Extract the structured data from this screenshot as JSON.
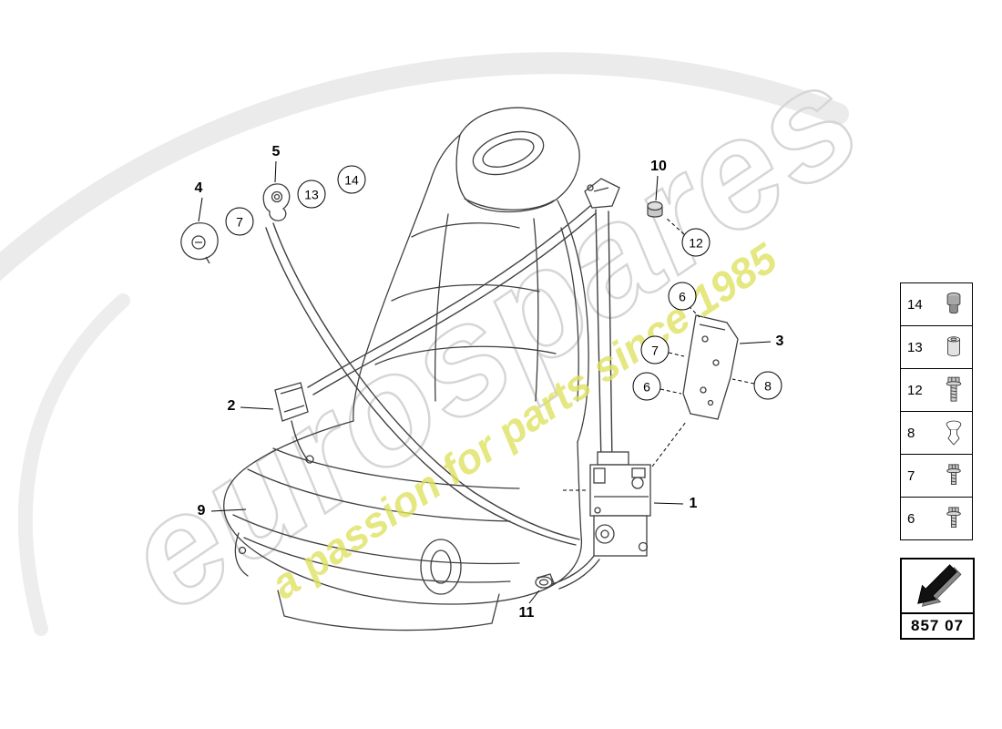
{
  "watermark": {
    "brand": "eurospares",
    "tagline": "a passion for parts since 1985"
  },
  "colors": {
    "tagline_yellow": "#dfe261",
    "watermark_gray": "#d6d6d6",
    "line_color": "#3f3f3f"
  },
  "diagram": {
    "part_code": "857 07",
    "callouts": [
      {
        "label": "4",
        "style": "plain"
      },
      {
        "label": "7",
        "style": "circle"
      },
      {
        "label": "5",
        "style": "plain"
      },
      {
        "label": "13",
        "style": "circle"
      },
      {
        "label": "14",
        "style": "circle"
      },
      {
        "label": "10",
        "style": "plain"
      },
      {
        "label": "12",
        "style": "circle"
      },
      {
        "label": "6",
        "style": "circle"
      },
      {
        "label": "3",
        "style": "plain"
      },
      {
        "label": "7",
        "style": "circle"
      },
      {
        "label": "6",
        "style": "circle"
      },
      {
        "label": "8",
        "style": "circle"
      },
      {
        "label": "2",
        "style": "plain"
      },
      {
        "label": "9",
        "style": "plain"
      },
      {
        "label": "1",
        "style": "plain"
      },
      {
        "label": "11",
        "style": "plain"
      }
    ]
  },
  "legend": {
    "items": [
      {
        "label": "14",
        "icon": "cap-nut-icon"
      },
      {
        "label": "13",
        "icon": "bushing-icon"
      },
      {
        "label": "12",
        "icon": "long-bolt-icon"
      },
      {
        "label": "8",
        "icon": "push-clip-icon"
      },
      {
        "label": "7",
        "icon": "flange-bolt-icon"
      },
      {
        "label": "6",
        "icon": "flange-bolt-icon"
      }
    ]
  }
}
